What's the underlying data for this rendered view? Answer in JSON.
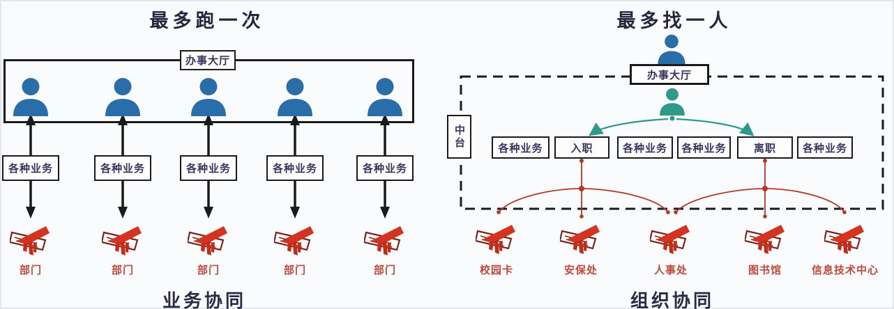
{
  "left": {
    "title": "最多跑一次",
    "hall": "办事大厅",
    "business_boxes": [
      "各种业务",
      "各种业务",
      "各种业务",
      "各种业务",
      "各种业务"
    ],
    "dept_labels": [
      "部门",
      "部门",
      "部门",
      "部门",
      "部门"
    ],
    "caption": "业务协同"
  },
  "right": {
    "title": "最多找一人",
    "hall": "办事大厅",
    "platform": "中台",
    "process_boxes": [
      "各种业务",
      "入职",
      "各种业务",
      "各种业务",
      "离职",
      "各种业务"
    ],
    "dept_labels": [
      "校园卡",
      "安保处",
      "人事处",
      "图书馆",
      "信息技术中心"
    ],
    "caption": "组织协同"
  },
  "colors": {
    "person_blue": "#2a6ea9",
    "person_teal": "#2f9a8c",
    "red_accent": "#b83524",
    "red_label": "#c04a3a",
    "line_black": "#1a1a1a"
  }
}
